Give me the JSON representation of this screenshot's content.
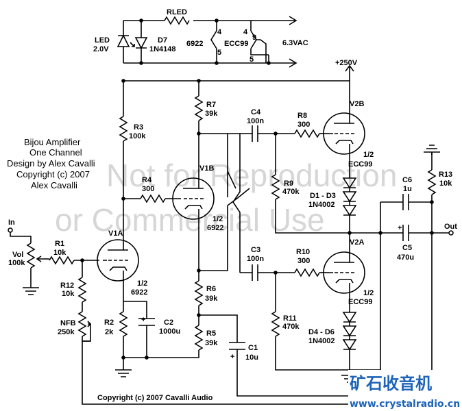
{
  "title_block": {
    "line1": "Bijou Amplifier",
    "line2": "One Channel",
    "line3": "Design by Alex Cavalli",
    "line4": "Copyright (c) 2007",
    "line5": "Alex Cavalli"
  },
  "watermark": {
    "line1": "Not for Reproduction",
    "line2": "or Commercial Use"
  },
  "footer": {
    "copyright": "Copyright (c) 2007 Cavalli Audio",
    "logo_text": "矿石收音机",
    "url": "www.crystalradio.cn"
  },
  "heater": {
    "rled": "RLED",
    "led_name": "LED",
    "led_value": "2.0V",
    "d7_name": "D7",
    "d7_value": "1N4148",
    "tube1": "6922",
    "tube2": "ECC99",
    "pin4a": "4",
    "pin5a": "5",
    "pin4b": "4",
    "pin9": "9",
    "pin5b": "5",
    "supply": "6.3VAC"
  },
  "components": {
    "plus250": "+250V",
    "in": "In",
    "out": "Out",
    "vol_name": "Vol",
    "vol_value": "100k",
    "r1_name": "R1",
    "r1_value": "10k",
    "r2_name": "R2",
    "r2_value": "2k",
    "r3_name": "R3",
    "r3_value": "100k",
    "r4_name": "R4",
    "r4_value": "300",
    "r5_name": "R5",
    "r5_value": "39k",
    "r6_name": "R6",
    "r6_value": "39k",
    "r7_name": "R7",
    "r7_value": "39k",
    "r8_name": "R8",
    "r8_value": "300",
    "r9_name": "R9",
    "r9_value": "470k",
    "r10_name": "R10",
    "r10_value": "300",
    "r11_name": "R11",
    "r11_value": "470k",
    "r12_name": "R12",
    "r12_value": "10k",
    "r13_name": "R13",
    "r13_value": "10k",
    "nfb_name": "NFB",
    "nfb_value": "250k",
    "c1_name": "C1",
    "c1_value": "10u",
    "c2_name": "C2",
    "c2_value": "1000u",
    "c3_name": "C3",
    "c3_value": "100n",
    "c4_name": "C4",
    "c4_value": "100n",
    "c5_name": "C5",
    "c5_value": "470u",
    "c6_name": "C6",
    "c6_value": "1u",
    "v1a_name": "V1A",
    "v1a_half": "1/2",
    "v1a_type": "6922",
    "v1b_name": "V1B",
    "v1b_half": "1/2",
    "v1b_type": "6922",
    "v2a_name": "V2A",
    "v2a_half": "1/2",
    "v2a_type": "ECC99",
    "v2b_name": "V2B",
    "v2b_half": "1/2",
    "v2b_type": "ECC99",
    "d13_name": "D1 - D3",
    "d13_value": "1N4002",
    "d46_name": "D4 - D6",
    "d46_value": "1N4002",
    "plus_c2": "+",
    "plus_c1": "+",
    "plus_c5": "+"
  }
}
